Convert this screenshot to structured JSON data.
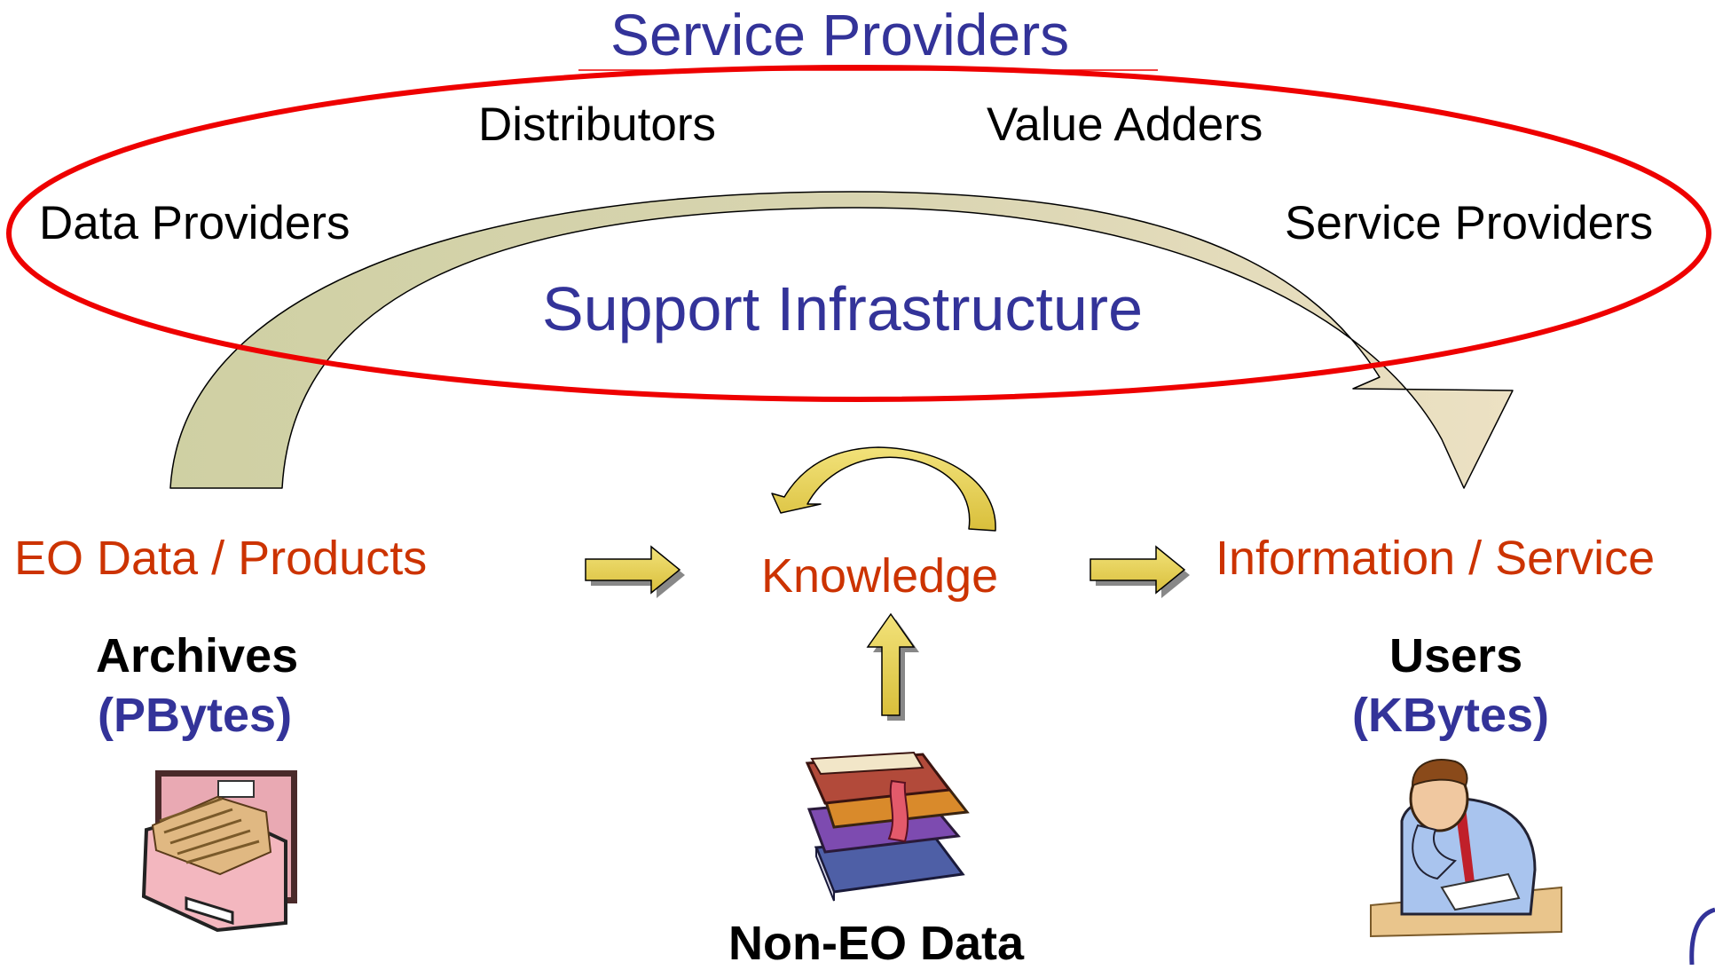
{
  "title": "Service Providers",
  "ring": {
    "label": "Support Infrastructure",
    "members": {
      "distributors": "Distributors",
      "value_adders": "Value Adders",
      "data_providers": "Data Providers",
      "service_providers": "Service Providers"
    }
  },
  "flow": {
    "source": "EO Data / Products",
    "middle": "Knowledge",
    "target": "Information / Service"
  },
  "archives": {
    "label": "Archives",
    "volume": "(PBytes)",
    "icon": "file-cabinet-icon"
  },
  "non_eo": {
    "label": "Non-EO Data",
    "icon": "books-icon"
  },
  "users": {
    "label": "Users",
    "volume": "(KBytes)",
    "icon": "user-at-desk-icon"
  },
  "colors": {
    "title_blue": "#333399",
    "ring_red": "#ee0000",
    "flow_rust": "#cc3300",
    "arc_fill": "#cdcfa4",
    "arrow_gold": "#e8d35a"
  }
}
